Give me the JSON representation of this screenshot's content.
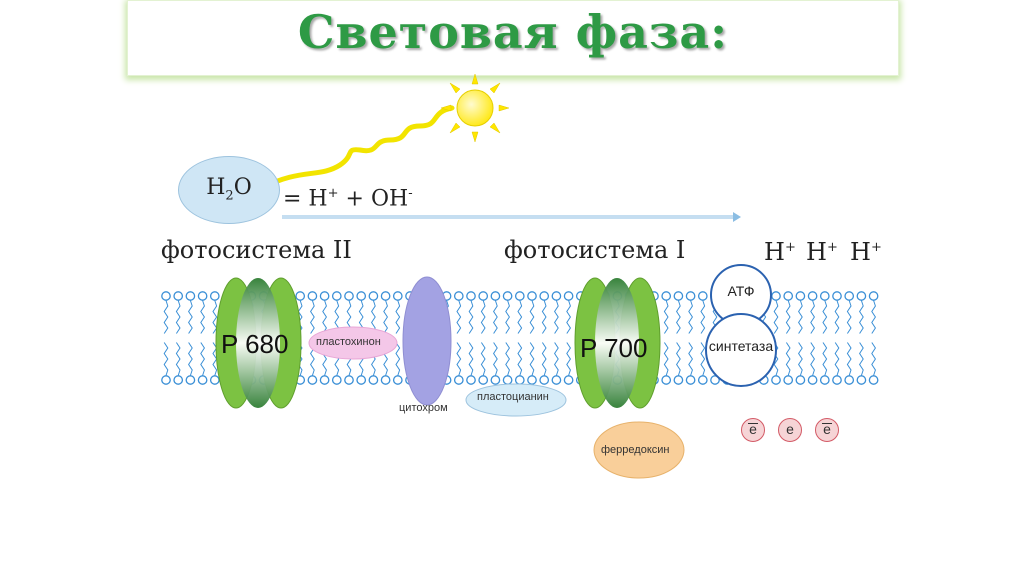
{
  "title": "Световая фаза:",
  "water": {
    "base": "H",
    "sub": "2",
    "tail": "O"
  },
  "equation": {
    "prefix": "= H",
    "sup1": "+",
    "mid": " + OH",
    "sup2": "-"
  },
  "photosystem2_label": "фотосистема II",
  "photosystem1_label": "фотосистема I",
  "protons": [
    {
      "base": "H",
      "sup": "+"
    },
    {
      "base": "H",
      "sup": "+"
    },
    {
      "base": "H",
      "sup": "+"
    }
  ],
  "p680_label": "P 680",
  "p700_label": "P 700",
  "plastoquinone_label": "пластохинон",
  "cytochrome_label": "цитохром",
  "plastocyanin_label": "пластоцианин",
  "ferredoxin_label": "ферредоксин",
  "atp_label": "АТФ",
  "synthase_label": "синтетаза",
  "electrons": [
    "e",
    "e",
    "e"
  ],
  "colors": {
    "title": "#2e9a45",
    "membrane": "#3a8fd6",
    "photosystem_green": "#7cc242",
    "cytochrome": "#a3a2e3",
    "plastoquinone": "#f4c7e8",
    "plastocyanin": "#d6ecf8",
    "ferredoxin": "#f9cf9a",
    "sun": "#ffe600",
    "electron_fill": "#f6d4d6"
  }
}
